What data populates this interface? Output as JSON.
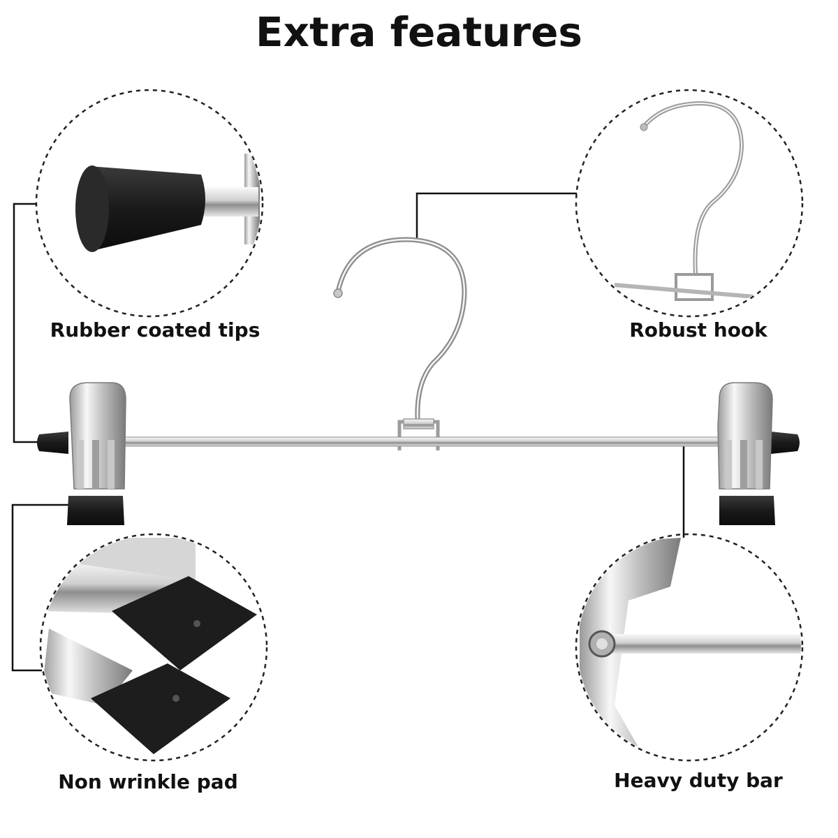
{
  "title": "Extra features",
  "features": [
    {
      "label": "Rubber coated tips"
    },
    {
      "label": "Robust hook"
    },
    {
      "label": "Non wrinkle pad"
    },
    {
      "label": "Heavy duty bar"
    }
  ],
  "colors": {
    "text": "#111111",
    "rubber": "#1c1c1c",
    "chrome_light": "#f2f2f2",
    "chrome_dark": "#8a8a8a",
    "dash": "#222222"
  }
}
